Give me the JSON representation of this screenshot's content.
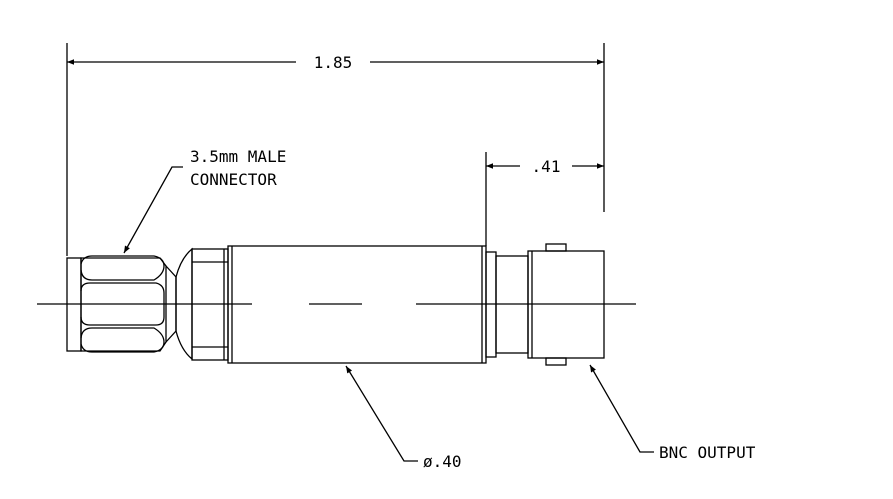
{
  "colors": {
    "ink": "#000000",
    "background": "#ffffff"
  },
  "dimensions": {
    "overall_length": "1.85",
    "bnc_length": ".41"
  },
  "callouts": {
    "connector_line1": "3.5mm MALE",
    "connector_line2": "CONNECTOR",
    "diameter": "ø.40",
    "bnc_output": "BNC OUTPUT"
  }
}
